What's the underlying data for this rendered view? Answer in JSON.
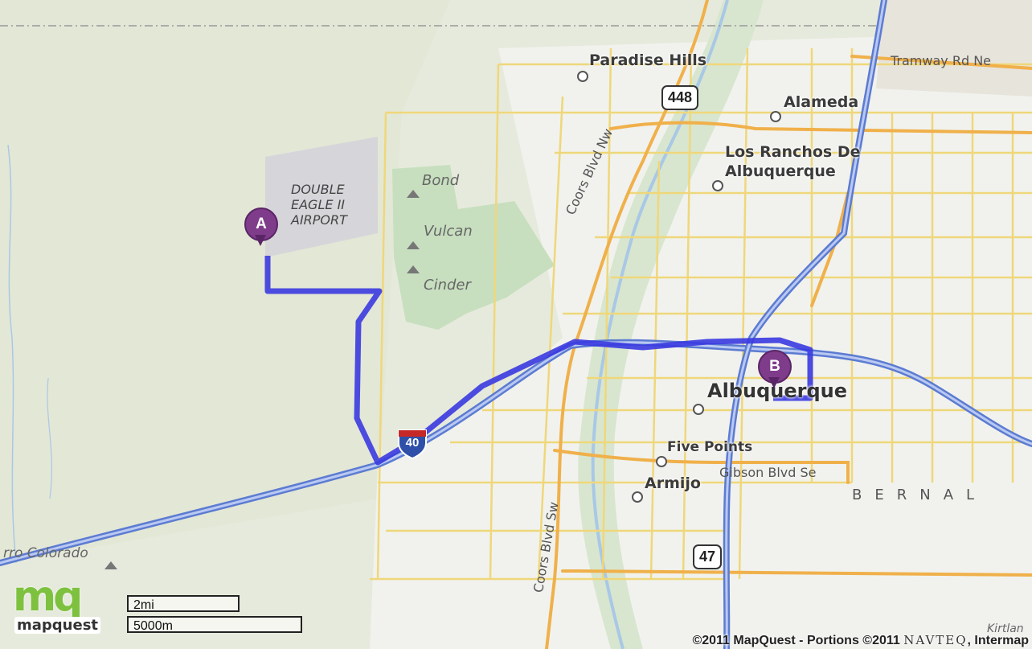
{
  "map": {
    "provider": "mapquest",
    "accent_route": "#3a3ae0",
    "places": {
      "paradise_hills": "Paradise Hills",
      "alameda": "Alameda",
      "los_ranchos_1": "Los Ranchos De",
      "los_ranchos_2": "Albuquerque",
      "albuquerque": "Albuquerque",
      "five_points": "Five Points",
      "armijo": "Armijo",
      "bernal": "BERNAL",
      "cerro_colorado": "rro Colorado",
      "kirtland": "Kirtlan"
    },
    "airport": [
      "DOUBLE",
      "EAGLE II",
      "AIRPORT"
    ],
    "peaks": {
      "bond": "Bond",
      "vulcan": "Vulcan",
      "cinder": "Cinder"
    },
    "roads": {
      "tramway": "Tramway Rd Ne",
      "coors_nw": "Coors Blvd Nw",
      "coors_sw": "Coors Blvd Sw",
      "gibson": "Gibson Blvd Se"
    },
    "highways": {
      "h448": "448",
      "h47": "47",
      "i40": "40"
    },
    "markers": {
      "start": "A",
      "end": "B"
    },
    "scale": {
      "miles": "2mi",
      "meters": "5000m"
    },
    "logo": {
      "mark": "mq",
      "word": "mapquest"
    },
    "copyright": {
      "part1": "©2011 MapQuest  -  Portions ©2011 ",
      "navteq": "NAVTEQ",
      "part2": ", Intermap"
    }
  }
}
